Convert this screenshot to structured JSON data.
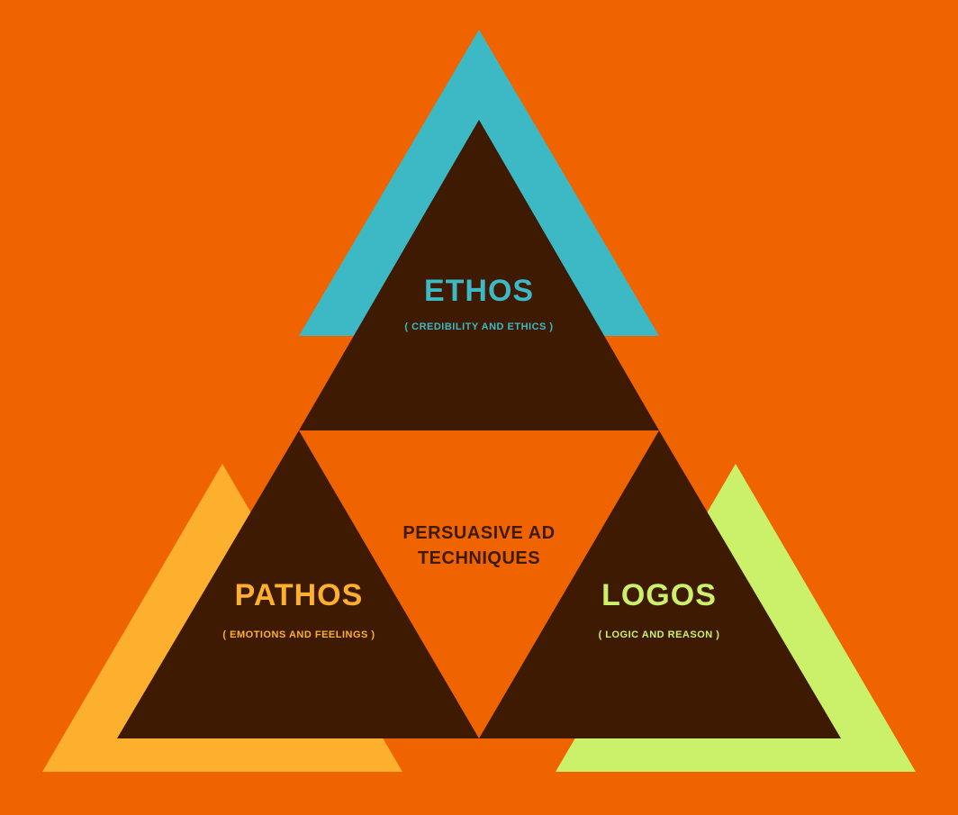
{
  "colors": {
    "background": "#F06400",
    "dark": "#3E1A02",
    "ethos": "#3CB9C4",
    "pathos": "#FDB02E",
    "logos": "#CBF16B",
    "center_text": "#3E1A02"
  },
  "center": {
    "line1": "PERSUASIVE AD",
    "line2": "TECHNIQUES"
  },
  "ethos": {
    "title": "ETHOS",
    "subtitle": "( CREDIBILITY AND ETHICS )"
  },
  "pathos": {
    "title": "PATHOS",
    "subtitle": "( EMOTIONS AND FEELINGS )"
  },
  "logos": {
    "title": "LOGOS",
    "subtitle": "( LOGIC AND REASON )"
  }
}
